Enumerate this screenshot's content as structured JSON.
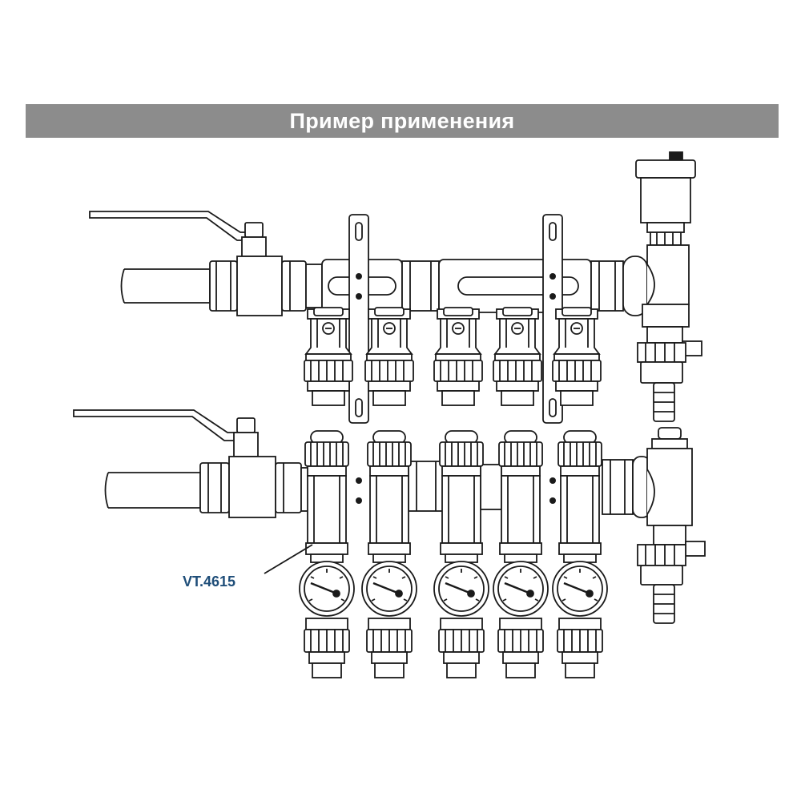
{
  "banner": {
    "title": "Пример применения"
  },
  "callout": {
    "label": "VT.4615"
  },
  "colors": {
    "banner": "#8c8c8c",
    "callout": "#1f4e79",
    "line": "#1a1a1a"
  },
  "drawing": {
    "supply_outlets": 5,
    "return_outlets": 5,
    "thermometers": 5,
    "ball_valves": 2,
    "air_vents": 1,
    "drain_fittings": 2
  }
}
